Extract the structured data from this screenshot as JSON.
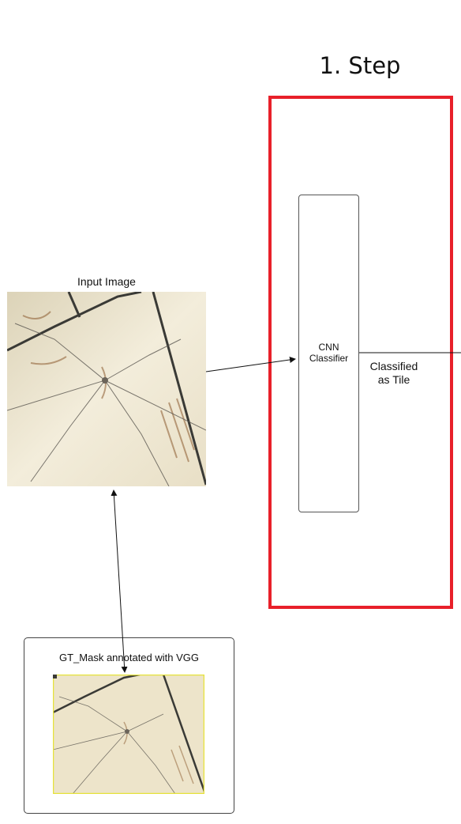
{
  "step": {
    "title": "1. Step",
    "border_color": "#e8202a"
  },
  "cnn": {
    "label_line1": "CNN",
    "label_line2": "Classifier"
  },
  "output": {
    "label_line1": "Classified",
    "label_line2": "as Tile"
  },
  "input_image": {
    "label": "Input Image"
  },
  "gt_mask": {
    "label": "GT_Mask annotated with VGG",
    "frame_color": "#e6e23a"
  },
  "colors": {
    "tile": "#efe6cf",
    "grout": "#3a3a36",
    "stain": "#8a5a2e"
  }
}
